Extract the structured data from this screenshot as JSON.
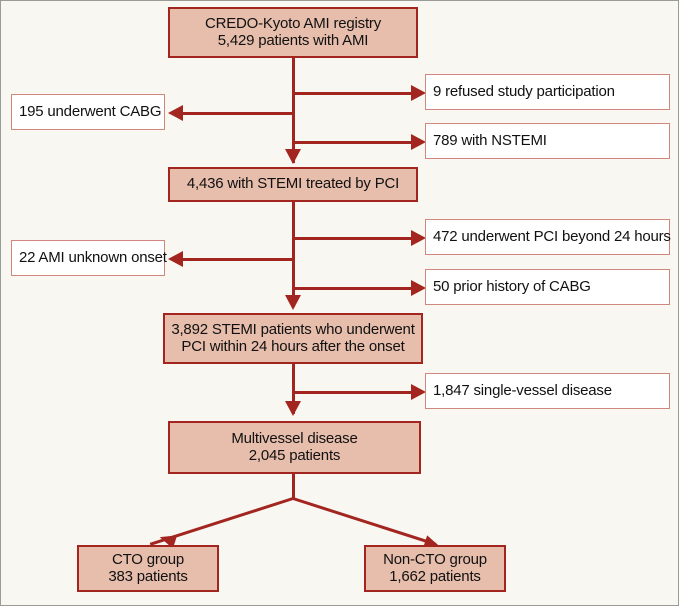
{
  "figure": {
    "type": "flowchart",
    "title": "CREDO-Kyoto AMI registry patient selection flow",
    "colors": {
      "background": "#f9f7f1",
      "page_border": "#9a9a96",
      "node_fill": "#e7bdac",
      "node_border": "#a32520",
      "exclusion_fill": "#ffffff",
      "exclusion_border": "#d1877e",
      "connector": "#a32520",
      "text": "#111111"
    }
  },
  "nodes": {
    "registry": {
      "line1": "CREDO-Kyoto AMI registry",
      "line2": "5,429 patients with AMI"
    },
    "stemi_pci": {
      "line1": "4,436 with STEMI treated by PCI"
    },
    "stemi_24h": {
      "line1": "3,892 STEMI patients who underwent",
      "line2": "PCI within 24 hours after the onset"
    },
    "multivessel": {
      "line1": "Multivessel disease",
      "line2": "2,045 patients"
    },
    "cto_group": {
      "line1": "CTO group",
      "line2": "383 patients"
    },
    "non_cto_group": {
      "line1": "Non-CTO group",
      "line2": "1,662 patients"
    }
  },
  "exclusions": {
    "refused": "9 refused study participation",
    "nstemi": "789 with NSTEMI",
    "cabg": "195 underwent CABG",
    "pci_beyond_24h": "472 underwent PCI beyond 24 hours",
    "prior_cabg": "50 prior history of CABG",
    "unknown_onset": "22 AMI unknown onset",
    "single_vessel": "1,847 single-vessel disease"
  },
  "chart_data": {
    "type": "diagram",
    "title": "CREDO-Kyoto AMI registry patient selection flow",
    "stages": [
      {
        "label": "CREDO-Kyoto AMI registry",
        "value": 5429,
        "unit": "patients with AMI"
      },
      {
        "label": "STEMI treated by PCI",
        "value": 4436
      },
      {
        "label": "STEMI patients who underwent PCI within 24 hours after the onset",
        "value": 3892
      },
      {
        "label": "Multivessel disease",
        "value": 2045,
        "unit": "patients"
      }
    ],
    "exclusions": [
      {
        "label": "refused study participation",
        "value": 9,
        "after_stage": 0
      },
      {
        "label": "with NSTEMI",
        "value": 789,
        "after_stage": 0
      },
      {
        "label": "underwent CABG",
        "value": 195,
        "after_stage": 0
      },
      {
        "label": "underwent PCI beyond 24 hours",
        "value": 472,
        "after_stage": 1
      },
      {
        "label": "prior history of CABG",
        "value": 50,
        "after_stage": 1
      },
      {
        "label": "AMI unknown onset",
        "value": 22,
        "after_stage": 1
      },
      {
        "label": "single-vessel disease",
        "value": 1847,
        "after_stage": 2
      }
    ],
    "final_groups": [
      {
        "label": "CTO group",
        "value": 383,
        "unit": "patients"
      },
      {
        "label": "Non-CTO group",
        "value": 1662,
        "unit": "patients"
      }
    ]
  }
}
